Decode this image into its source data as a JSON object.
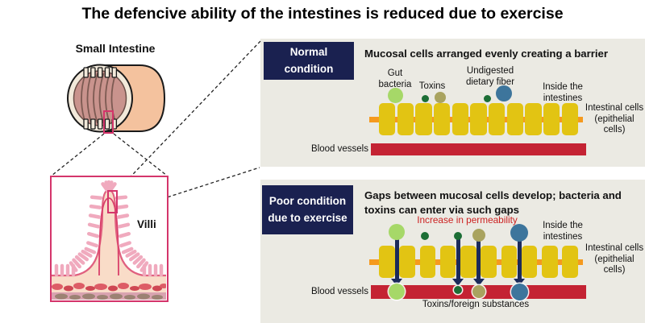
{
  "title": "The defencive ability of the intestines is reduced due to exercise",
  "left": {
    "small_intestine_label": "Small Intestine",
    "villi_label": "Villi"
  },
  "panels": {
    "normal": {
      "condition_lines": [
        "Normal",
        "condition"
      ],
      "heading": "Mucosal cells arranged evenly creating a barrier",
      "gut_bacteria_lines": [
        "Gut",
        "bacteria"
      ],
      "toxins_label": "Toxins",
      "undigested_fiber_lines": [
        "Undigested",
        "dietary fiber"
      ],
      "inside_intestines_lines": [
        "Inside the",
        "intestines"
      ],
      "intestinal_cells_lines": [
        "Intestinal cells",
        "(epithelial",
        "cells)"
      ],
      "blood_vessels_label": "Blood vessels",
      "cell_count": 11
    },
    "poor": {
      "condition_lines": [
        "Poor condition",
        "due to exercise"
      ],
      "heading": "Gaps between mucosal cells develop; bacteria and toxins can enter via such gaps",
      "permeability_note": "Increase in permeability",
      "inside_intestines_lines": [
        "Inside the",
        "intestines"
      ],
      "intestinal_cells_lines": [
        "Intestinal cells",
        "(epithelial",
        "cells)"
      ],
      "blood_vessels_label": "Blood vessels",
      "toxins_foreign_label": "Toxins/foreign substances",
      "cell_count": 10
    }
  },
  "colors": {
    "panel_bg": "#ebeae3",
    "condition_box_navy": "#1a2150",
    "cell_yellow": "#e2c413",
    "membrane_orange": "#f59a1f",
    "blood_vessel_red": "#c42333",
    "permeability_text_red": "#cc2222",
    "gut_bacteria_green": "#a6d868",
    "toxin_dark_green": "#1c6e35",
    "toxin_olive": "#a9a35f",
    "fiber_blue": "#3d759c",
    "marker_pink": "#d4356b",
    "arrow_navy": "#1b2a5a"
  }
}
